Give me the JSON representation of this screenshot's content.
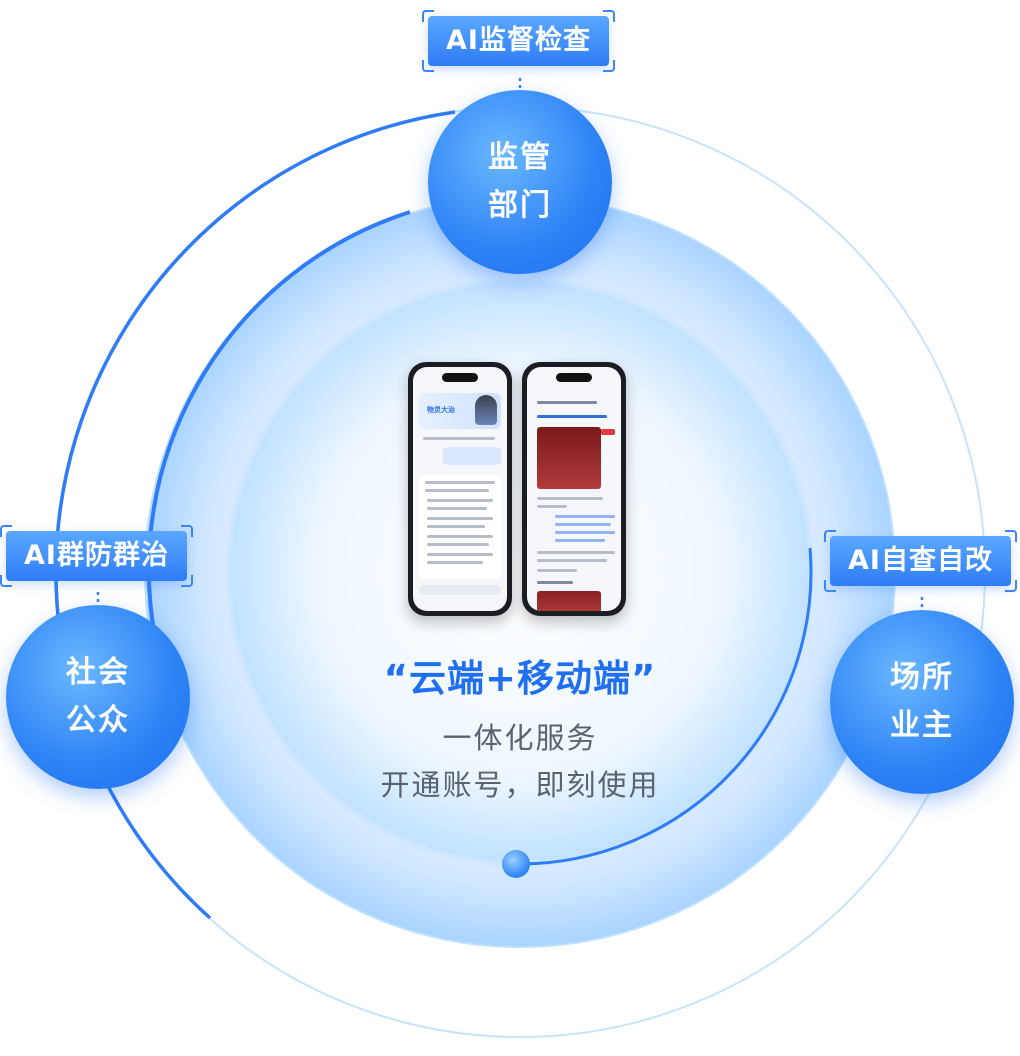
{
  "center": {
    "title": "“云端+移动端”",
    "line1": "一体化服务",
    "line2": "开通账号，即刻使用"
  },
  "tags": {
    "top": "AI监督检查",
    "left": "AI群防群治",
    "right": "AI自查自改"
  },
  "roles": {
    "top": {
      "line1": "监管",
      "line2": "部门"
    },
    "left": {
      "line1": "社会",
      "line2": "公众"
    },
    "right": {
      "line1": "场所",
      "line2": "业主"
    }
  },
  "phone_left": {
    "brand": "物灵大治"
  },
  "colors": {
    "primary": "#2f7cf6",
    "accent_text": "#1f6ff0",
    "ring_light": "#d7ebff",
    "ring_mid": "#9fd0ff"
  }
}
